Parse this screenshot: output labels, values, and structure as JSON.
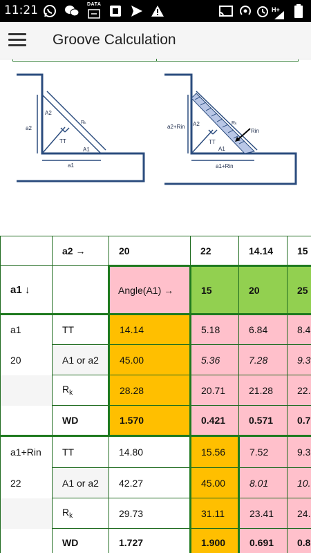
{
  "status": {
    "time": "11:21",
    "data_label": "DATA",
    "net_label": "H+"
  },
  "appbar": {
    "title": "Groove Calculation"
  },
  "diagram_left": {
    "a2": "a2",
    "A2": "A2",
    "Rk": "Rₖ",
    "TT": "TT",
    "A1": "A1",
    "a1": "a1"
  },
  "diagram_right": {
    "a2rin": "a2+Rin",
    "A2": "A2",
    "Rk": "Rₖ",
    "Rin": "Rin",
    "TT": "TT",
    "A1": "A1",
    "a1rin": "a1+Rin"
  },
  "table": {
    "header": {
      "a2_label": "a2 →",
      "v1": "20",
      "v2": "22",
      "v3": "14.14",
      "v4": "15"
    },
    "angle_row": {
      "a1_label": "a1 ↓",
      "angle_label": "Angle(A1) →",
      "v2": "15",
      "v3": "20",
      "v4": "25"
    },
    "groups": [
      {
        "label": "a1",
        "value": "20",
        "rows": [
          {
            "name": "TT",
            "sub": "",
            "c1": "14.14",
            "c2": "5.18",
            "c3": "6.84",
            "c4": "8.4"
          },
          {
            "name": "A1 or a2",
            "sub": "",
            "c1": "45.00",
            "c2": "5.36",
            "c3": "7.28",
            "c4": "9.3"
          },
          {
            "name": "R",
            "sub": "k",
            "c1": "28.28",
            "c2": "20.71",
            "c3": "21.28",
            "c4": "22."
          },
          {
            "name": "WD",
            "sub": "",
            "c1": "1.570",
            "c2": "0.421",
            "c3": "0.571",
            "c4": "0.7"
          }
        ]
      },
      {
        "label": "a1+Rin",
        "value": "22",
        "rows": [
          {
            "name": "TT",
            "sub": "",
            "c1": "14.80",
            "c2": "15.56",
            "c3": "7.52",
            "c4": "9.3"
          },
          {
            "name": "A1 or a2",
            "sub": "",
            "c1": "42.27",
            "c2": "45.00",
            "c3": "8.01",
            "c4": "10."
          },
          {
            "name": "R",
            "sub": "k",
            "c1": "29.73",
            "c2": "31.11",
            "c3": "23.41",
            "c4": "24."
          },
          {
            "name": "WD",
            "sub": "",
            "c1": "1.727",
            "c2": "1.900",
            "c3": "0.691",
            "c4": "0.8"
          }
        ]
      }
    ]
  },
  "colors": {
    "pink": "#ffc0cb",
    "orange": "#ffbf00",
    "green": "#92d050",
    "border": "#1f6b1f",
    "diagram": "#2b4c7e"
  }
}
